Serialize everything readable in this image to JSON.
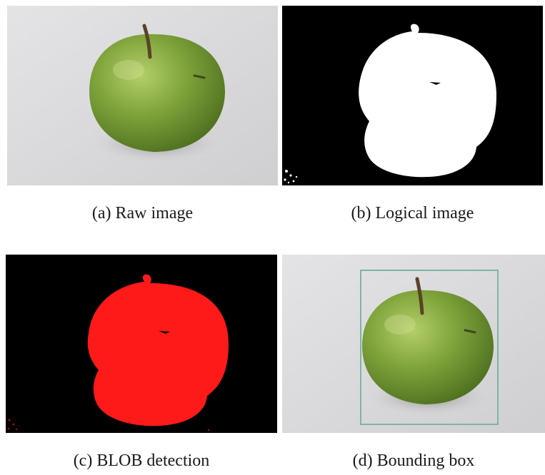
{
  "figure": {
    "panels": [
      {
        "id": "a",
        "caption": "(a) Raw image"
      },
      {
        "id": "b",
        "caption": "(b) Logical image"
      },
      {
        "id": "c",
        "caption": "(c) BLOB detection"
      },
      {
        "id": "d",
        "caption": "(d) Bounding box"
      }
    ]
  },
  "colors": {
    "background_light": "#d9d9d9",
    "apple_green": "#6f9a2c",
    "apple_highlight": "#a8c95a",
    "mask_black": "#000000",
    "mask_white": "#ffffff",
    "blob_red": "#ff1a1a",
    "bbox_stroke": "#7fb3a8"
  }
}
